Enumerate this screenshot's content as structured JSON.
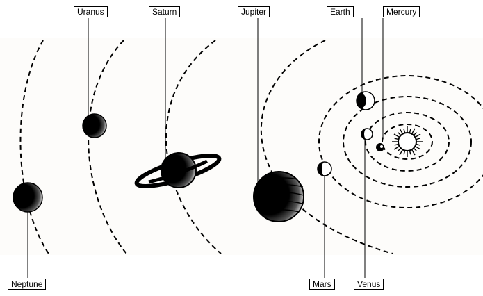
{
  "diagram": {
    "labels": {
      "uranus": "Uranus",
      "saturn": "Saturn",
      "jupiter": "Jupiter",
      "earth": "Earth",
      "mercury": "Mercury",
      "neptune": "Neptune",
      "mars": "Mars",
      "venus": "Venus"
    },
    "colors": {
      "ink": "#000000",
      "paper": "#ffffff",
      "band": "#fdfcfa"
    }
  }
}
